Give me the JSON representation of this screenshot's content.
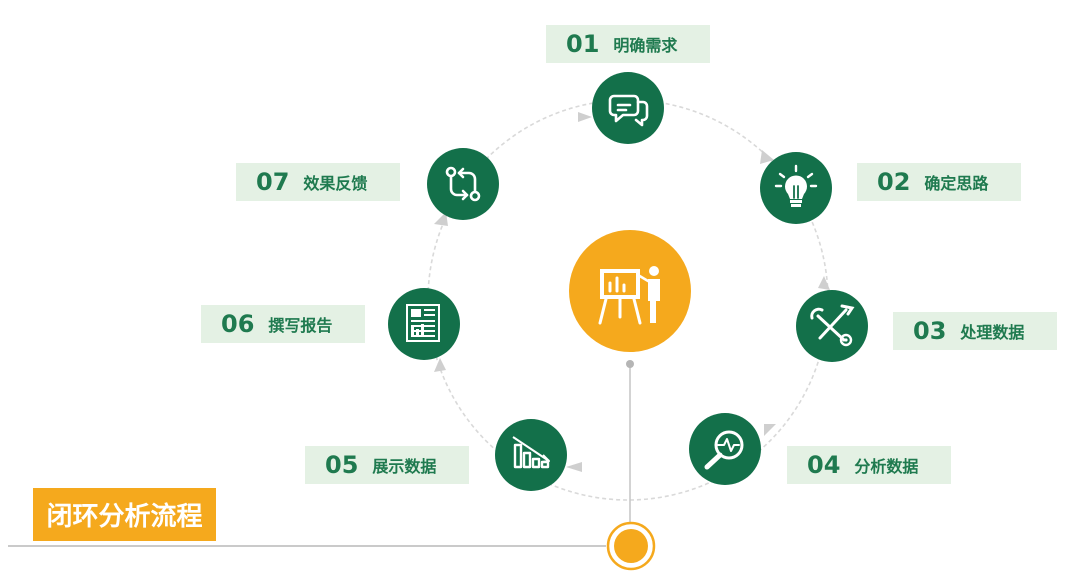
{
  "title": "闭环分析流程",
  "steps": [
    {
      "num": "01",
      "label": "明确需求",
      "icon": "speech-bubbles-icon"
    },
    {
      "num": "02",
      "label": "确定思路",
      "icon": "lightbulb-icon"
    },
    {
      "num": "03",
      "label": "处理数据",
      "icon": "tools-icon"
    },
    {
      "num": "04",
      "label": "分析数据",
      "icon": "magnifier-pulse-icon"
    },
    {
      "num": "05",
      "label": "展示数据",
      "icon": "bar-chart-icon"
    },
    {
      "num": "06",
      "label": "撰写报告",
      "icon": "report-document-icon"
    },
    {
      "num": "07",
      "label": "效果反馈",
      "icon": "feedback-loop-icon"
    }
  ],
  "center_icon": "presenter-board-icon",
  "colors": {
    "node_green": "#13704a",
    "label_bg": "#e4f1e4",
    "label_text": "#1f7a4f",
    "accent_orange": "#f5a91d",
    "ring_line": "#d6d6d6"
  }
}
